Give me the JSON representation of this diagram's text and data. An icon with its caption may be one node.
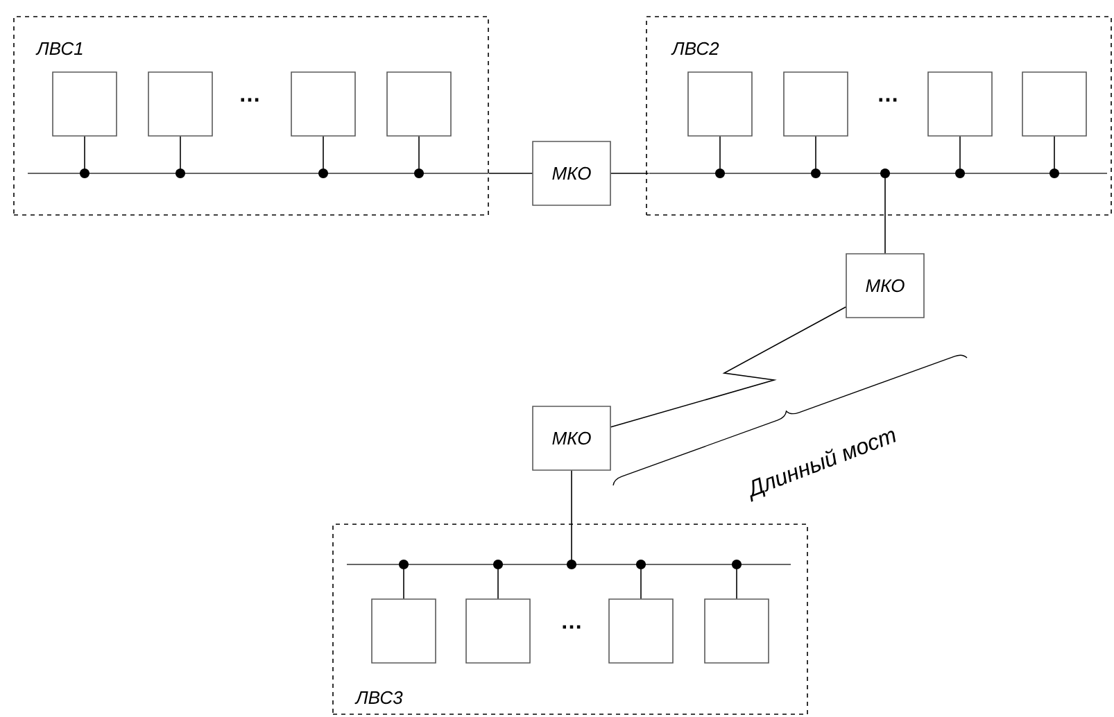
{
  "diagram": {
    "nodes": [
      {
        "text": [
          "ЛВС1"
        ]
      },
      {
        "text": [],
        "shape": "box",
        "in": 0
      },
      {
        "text": [],
        "shape": "box",
        "in": 0
      },
      {
        "text": [],
        "shape": "box",
        "in": 0
      },
      {
        "text": [],
        "shape": "box",
        "in": 0
      },
      {
        "text": [],
        "shape": "bar",
        "in": 0
      },
      {
        "text": [
          "МКО"
        ]
      },
      {
        "text": [
          "ЛВС2"
        ]
      },
      {
        "text": [],
        "shape": "box",
        "in": 7
      },
      {
        "text": [],
        "shape": "box",
        "in": 7
      },
      {
        "text": [],
        "shape": "box",
        "in": 7
      },
      {
        "text": [],
        "shape": "box",
        "in": 7
      },
      {
        "text": [],
        "shape": "bar",
        "in": 7
      },
      {
        "text": [
          "МКО"
        ]
      },
      {
        "text": [
          "МКО"
        ]
      },
      {
        "text": [
          "ЛВС3"
        ]
      },
      {
        "text": [],
        "shape": "bar",
        "in": 15
      },
      {
        "text": [],
        "shape": "box",
        "in": 15
      },
      {
        "text": [],
        "shape": "box",
        "in": 15
      },
      {
        "text": [],
        "shape": "box",
        "in": 15
      },
      {
        "text": [],
        "shape": "box",
        "in": 15
      }
    ],
    "edges": [
      {
        "from": 1,
        "to": 5,
        "arrow": "other"
      },
      {
        "from": 2,
        "to": 5,
        "arrow": "other"
      },
      {
        "from": 3,
        "to": 5,
        "arrow": "other"
      },
      {
        "from": 4,
        "to": 5,
        "arrow": "other"
      },
      {
        "from": 5,
        "to": 6,
        "arrow": "none"
      },
      {
        "from": 6,
        "to": 12,
        "arrow": "none"
      },
      {
        "from": 8,
        "to": 12,
        "arrow": "other"
      },
      {
        "from": 9,
        "to": 12,
        "arrow": "other"
      },
      {
        "from": 13,
        "to": 12,
        "arrow": "other"
      },
      {
        "from": 10,
        "to": 12,
        "arrow": "other"
      },
      {
        "from": 11,
        "to": 12,
        "arrow": "other"
      },
      {
        "from": 13,
        "to": 14,
        "arrow": "none"
      },
      {
        "from": 14,
        "to": 16,
        "arrow": "other"
      },
      {
        "from": 17,
        "to": 16,
        "arrow": "other"
      },
      {
        "from": 18,
        "to": 16,
        "arrow": "other"
      },
      {
        "from": 19,
        "to": 16,
        "arrow": "other"
      },
      {
        "from": 20,
        "to": 16,
        "arrow": "other"
      }
    ],
    "labels": [
      "…",
      "…",
      "Длинный мост",
      "…"
    ]
  }
}
